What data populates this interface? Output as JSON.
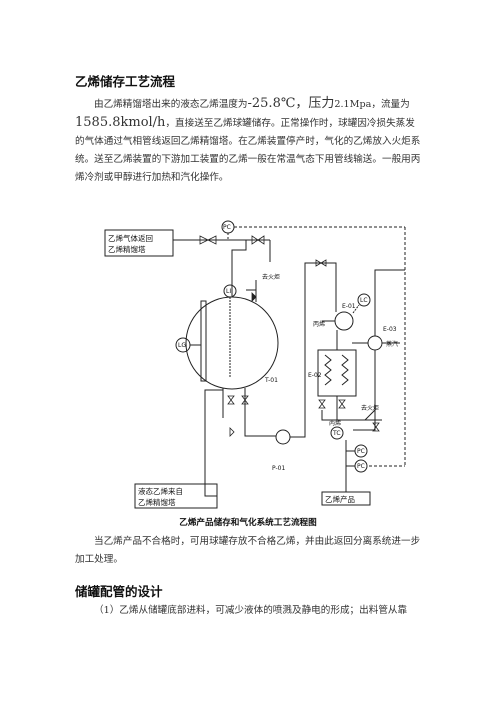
{
  "heading1": "乙烯储存工艺流程",
  "para1": {
    "s1": "由乙烯精馏塔出来的液态乙烯温度为",
    "temp": "-25.8℃",
    "s2": "，压力",
    "pressure": "2.1Mpa",
    "s3": "，流量为",
    "flow": "1585.8kmol/h",
    "s4": "，直接送至乙烯球罐储存。正常操作时，球罐因冷损失蒸发的气体通过气相管线返回乙烯精馏塔。在乙烯装置停产时，气化的乙烯放入火炬系统。送至乙烯装置的下游加工装置的乙烯一般在常温气态下用管线输送。一般用丙烯冷剂或甲醇进行加热和汽化操作。"
  },
  "diagram": {
    "box_return_l1": "乙烯气体返回",
    "box_return_l2": "乙烯精馏塔",
    "box_liquid_l1": "液态乙烯来自",
    "box_liquid_l2": "乙烯精馏塔",
    "box_product": "乙烯产品",
    "pc_top": "PC",
    "to_flare_1": "去火炬",
    "li": "LI",
    "lg": "LG",
    "tank": "T-01",
    "pump": "P-01",
    "e01": "E-01",
    "e02": "E-02",
    "e03": "E-03",
    "lc": "LC",
    "propylene_1": "丙烯",
    "propylene_2": "丙烯",
    "steam": "蒸汽",
    "to_flare_2": "去火炬",
    "tc": "TC",
    "pc_mid": "PC",
    "pc_bottom": "PC"
  },
  "caption": "乙烯产品储存和气化系统工艺流程图",
  "para2": "当乙烯产品不合格时，可用球罐存放不合格乙烯，并由此返回分离系统进一步加工处理。",
  "heading2": "储罐配管的设计",
  "para3": "（1）乙烯从储罐底部进料，可减少液体的喷溅及静电的形成；出料管从靠"
}
